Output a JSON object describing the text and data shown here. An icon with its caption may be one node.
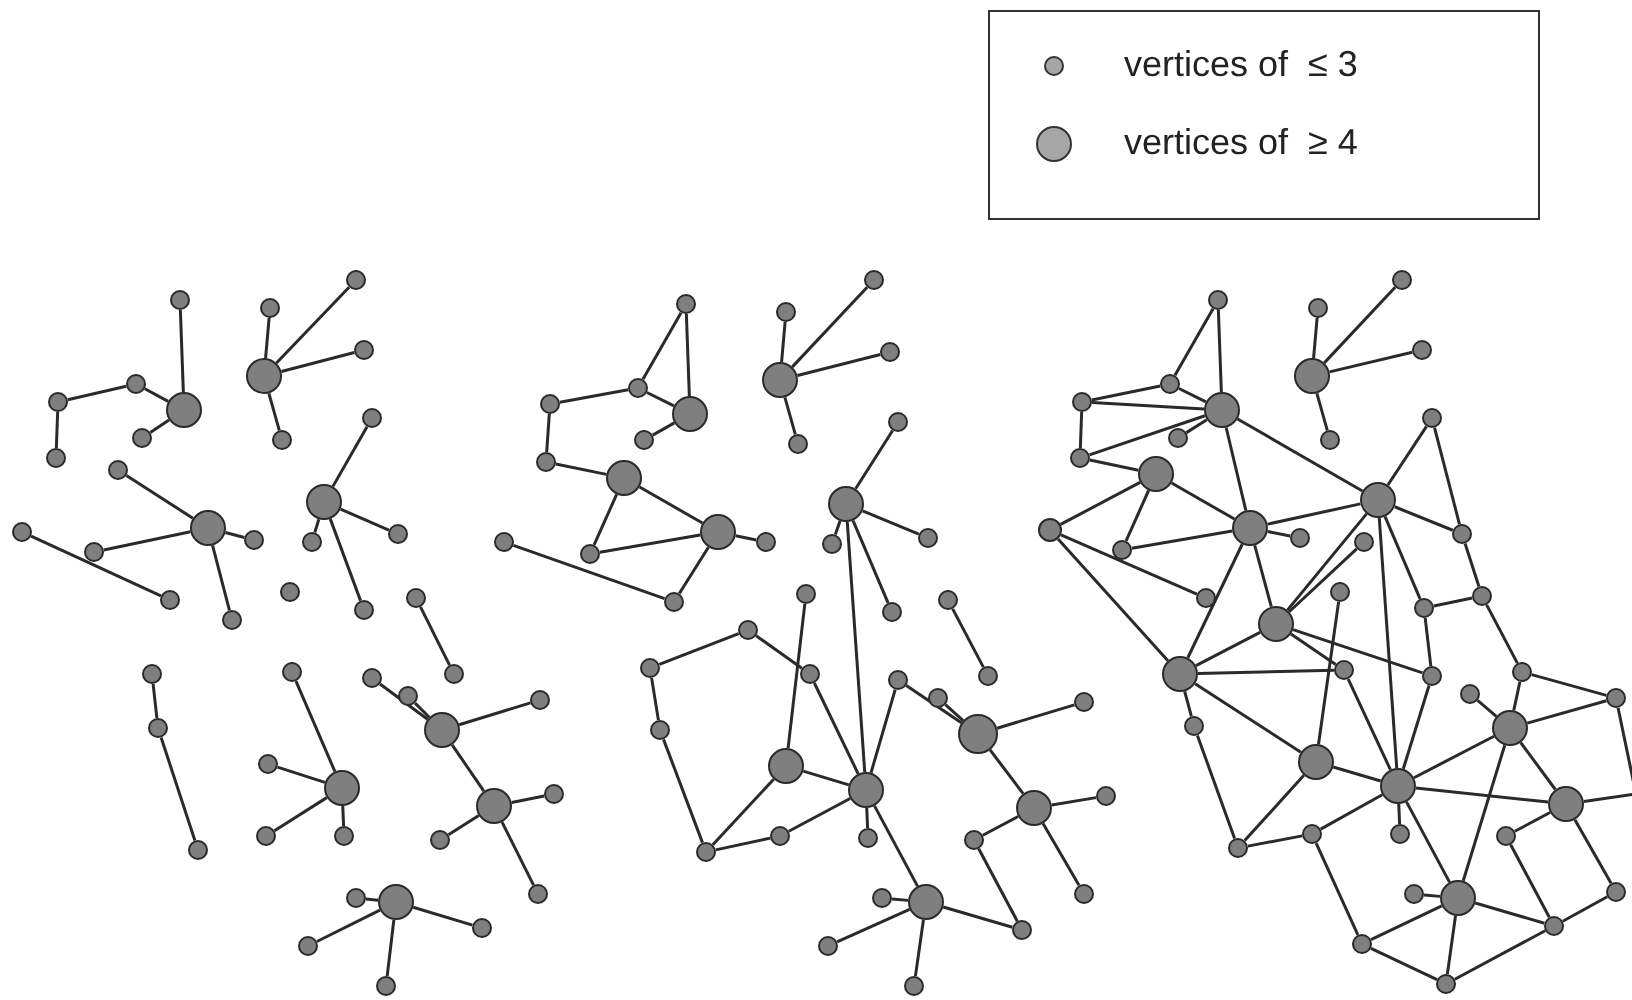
{
  "diagram": {
    "nodes": [
      {
        "text": [],
        "shape": "circle"
      },
      {
        "text": [],
        "shape": "circle"
      },
      {
        "text": [],
        "shape": "circle"
      },
      {
        "text": [],
        "shape": "circle"
      },
      {
        "text": [],
        "shape": "circle"
      },
      {
        "text": [],
        "shape": "circle"
      },
      {
        "text": [],
        "shape": "circle"
      },
      {
        "text": [],
        "shape": "circle"
      },
      {
        "text": [],
        "shape": "circle"
      },
      {
        "text": [],
        "shape": "circle"
      },
      {
        "text": [],
        "shape": "circle"
      },
      {
        "text": [],
        "shape": "circle"
      },
      {
        "text": [],
        "shape": "circle"
      },
      {
        "text": [],
        "shape": "circle"
      },
      {
        "text": [],
        "shape": "circle"
      },
      {
        "text": [],
        "shape": "circle"
      },
      {
        "text": [],
        "shape": "circle"
      },
      {
        "text": [],
        "shape": "circle"
      },
      {
        "text": [],
        "shape": "circle"
      },
      {
        "text": [],
        "shape": "circle"
      },
      {
        "text": [],
        "shape": "circle"
      },
      {
        "text": [],
        "shape": "circle"
      },
      {
        "text": [],
        "shape": "circle"
      },
      {
        "text": [],
        "shape": "circle"
      },
      {
        "text": [],
        "shape": "circle"
      },
      {
        "text": [],
        "shape": "circle"
      },
      {
        "text": [],
        "shape": "circle"
      },
      {
        "text": [],
        "shape": "circle"
      },
      {
        "text": [],
        "shape": "circle"
      },
      {
        "text": [],
        "shape": "circle"
      },
      {
        "text": [],
        "shape": "circle"
      },
      {
        "text": [],
        "shape": "circle"
      },
      {
        "text": [],
        "shape": "circle"
      },
      {
        "text": [],
        "shape": "circle"
      },
      {
        "text": [],
        "shape": "circle"
      },
      {
        "text": [],
        "shape": "circle"
      },
      {
        "text": [],
        "shape": "circle"
      },
      {
        "text": [],
        "shape": "circle"
      },
      {
        "text": [],
        "shape": "circle"
      },
      {
        "text": [],
        "shape": "circle"
      },
      {
        "text": [],
        "shape": "circle"
      },
      {
        "text": [],
        "shape": "circle"
      },
      {
        "text": [],
        "shape": "circle"
      },
      {
        "text": [],
        "shape": "circle"
      },
      {
        "text": [],
        "shape": "circle"
      },
      {
        "text": [],
        "shape": "circle"
      },
      {
        "text": [],
        "shape": "circle"
      },
      {
        "text": [],
        "shape": "circle"
      },
      {
        "text": [],
        "shape": "circle"
      },
      {
        "text": [],
        "shape": "circle"
      },
      {
        "text": [],
        "shape": "circle"
      },
      {
        "text": [],
        "shape": "circle"
      },
      {
        "text": [],
        "shape": "circle"
      },
      {
        "text": [],
        "shape": "circle"
      },
      {
        "text": [],
        "shape": "circle"
      },
      {
        "text": [],
        "shape": "circle"
      },
      {
        "text": [],
        "shape": "circle"
      },
      {
        "text": [],
        "shape": "circle"
      },
      {
        "text": [],
        "shape": "circle"
      },
      {
        "text": [],
        "shape": "circle"
      },
      {
        "text": [],
        "shape": "circle"
      },
      {
        "text": [],
        "shape": "circle"
      },
      {
        "text": [],
        "shape": "circle"
      },
      {
        "text": [],
        "shape": "circle"
      },
      {
        "text": [],
        "shape": "circle"
      },
      {
        "text": [],
        "shape": "circle"
      },
      {
        "text": [],
        "shape": "circle"
      },
      {
        "text": [],
        "shape": "circle"
      },
      {
        "text": [],
        "shape": "circle"
      },
      {
        "text": [],
        "shape": "circle"
      },
      {
        "text": [],
        "shape": "circle"
      },
      {
        "text": [],
        "shape": "circle"
      },
      {
        "text": [],
        "shape": "circle"
      },
      {
        "text": [],
        "shape": "circle"
      },
      {
        "text": [],
        "shape": "circle"
      },
      {
        "text": [],
        "shape": "circle"
      },
      {
        "text": [],
        "shape": "circle"
      },
      {
        "text": [],
        "shape": "circle"
      },
      {
        "text": [],
        "shape": "circle"
      },
      {
        "text": [],
        "shape": "circle"
      },
      {
        "text": [],
        "shape": "circle"
      },
      {
        "text": [],
        "shape": "circle"
      },
      {
        "text": [],
        "shape": "circle"
      },
      {
        "text": [],
        "shape": "circle"
      },
      {
        "text": [],
        "shape": "circle"
      },
      {
        "text": [],
        "shape": "circle"
      },
      {
        "text": [],
        "shape": "circle"
      },
      {
        "text": [],
        "shape": "circle"
      },
      {
        "text": [],
        "shape": "circle"
      },
      {
        "text": [],
        "shape": "circle"
      },
      {
        "text": [],
        "shape": "circle"
      },
      {
        "text": [],
        "shape": "circle"
      },
      {
        "text": [],
        "shape": "circle"
      },
      {
        "text": [],
        "shape": "circle"
      },
      {
        "text": [],
        "shape": "circle"
      },
      {
        "text": [],
        "shape": "circle"
      },
      {
        "text": [],
        "shape": "circle"
      },
      {
        "text": [],
        "shape": "circle"
      },
      {
        "text": [],
        "shape": "circle"
      },
      {
        "text": [],
        "shape": "circle"
      },
      {
        "text": [],
        "shape": "circle"
      },
      {
        "text": [],
        "shape": "circle"
      },
      {
        "text": [],
        "shape": "circle"
      },
      {
        "text": [],
        "shape": "circle"
      },
      {
        "text": [],
        "shape": "circle"
      },
      {
        "text": [],
        "shape": "circle"
      },
      {
        "text": [],
        "shape": "circle"
      },
      {
        "text": [],
        "shape": "circle"
      },
      {
        "text": [],
        "shape": "circle"
      },
      {
        "text": [],
        "shape": "circle"
      },
      {
        "text": [],
        "shape": "circle"
      },
      {
        "text": [],
        "shape": "circle"
      },
      {
        "text": [],
        "shape": "circle"
      },
      {
        "text": [],
        "shape": "circle"
      },
      {
        "text": [],
        "shape": "circle"
      },
      {
        "text": [],
        "shape": "circle"
      },
      {
        "text": [],
        "shape": "circle"
      },
      {
        "text": [],
        "shape": "circle"
      },
      {
        "text": [],
        "shape": "circle"
      },
      {
        "text": [],
        "shape": "circle"
      },
      {
        "text": [],
        "shape": "circle"
      },
      {
        "text": [],
        "shape": "circle"
      },
      {
        "text": [],
        "shape": "circle"
      },
      {
        "text": [],
        "shape": "circle"
      },
      {
        "text": [],
        "shape": "circle"
      },
      {
        "text": [],
        "shape": "circle"
      },
      {
        "text": [],
        "shape": "circle"
      },
      {
        "text": [],
        "shape": "circle"
      },
      {
        "text": [],
        "shape": "circle"
      },
      {
        "text": [],
        "shape": "circle"
      },
      {
        "text": [],
        "shape": "circle"
      },
      {
        "text": [],
        "shape": "circle"
      },
      {
        "text": [],
        "shape": "circle"
      },
      {
        "text": [],
        "shape": "circle"
      },
      {
        "text": [],
        "shape": "circle"
      },
      {
        "text": [],
        "shape": "circle"
      },
      {
        "text": [],
        "shape": "circle"
      },
      {
        "text": [],
        "shape": "circle"
      },
      {
        "text": [],
        "shape": "circle"
      },
      {
        "text": [],
        "shape": "circle"
      }
    ],
    "edges": [
      {
        "from": 0,
        "to": 1,
        "arrow": "none"
      },
      {
        "from": 2,
        "to": 1,
        "arrow": "none"
      },
      {
        "from": 2,
        "to": 3,
        "arrow": "none"
      },
      {
        "from": 3,
        "to": 4,
        "arrow": "none"
      },
      {
        "from": 5,
        "to": 1,
        "arrow": "none"
      },
      {
        "from": 6,
        "to": 7,
        "arrow": "none"
      },
      {
        "from": 6,
        "to": 8,
        "arrow": "none"
      },
      {
        "from": 6,
        "to": 9,
        "arrow": "none"
      },
      {
        "from": 6,
        "to": 10,
        "arrow": "none"
      },
      {
        "from": 11,
        "to": 12,
        "arrow": "none"
      },
      {
        "from": 11,
        "to": 13,
        "arrow": "none"
      },
      {
        "from": 11,
        "to": 14,
        "arrow": "none"
      },
      {
        "from": 11,
        "to": 15,
        "arrow": "none"
      },
      {
        "from": 16,
        "to": 17,
        "arrow": "none"
      },
      {
        "from": 18,
        "to": 19,
        "arrow": "none"
      },
      {
        "from": 18,
        "to": 20,
        "arrow": "none"
      },
      {
        "from": 18,
        "to": 21,
        "arrow": "none"
      },
      {
        "from": 18,
        "to": 22,
        "arrow": "none"
      },
      {
        "from": 24,
        "to": 25,
        "arrow": "none"
      },
      {
        "from": 26,
        "to": 27,
        "arrow": "none"
      },
      {
        "from": 27,
        "to": 28,
        "arrow": "none"
      },
      {
        "from": 29,
        "to": 30,
        "arrow": "none"
      },
      {
        "from": 30,
        "to": 31,
        "arrow": "none"
      },
      {
        "from": 30,
        "to": 32,
        "arrow": "none"
      },
      {
        "from": 30,
        "to": 33,
        "arrow": "none"
      },
      {
        "from": 34,
        "to": 35,
        "arrow": "none"
      },
      {
        "from": 34,
        "to": 36,
        "arrow": "none"
      },
      {
        "from": 34,
        "to": 37,
        "arrow": "none"
      },
      {
        "from": 34,
        "to": 38,
        "arrow": "none"
      },
      {
        "from": 38,
        "to": 39,
        "arrow": "none"
      },
      {
        "from": 38,
        "to": 40,
        "arrow": "none"
      },
      {
        "from": 38,
        "to": 41,
        "arrow": "none"
      },
      {
        "from": 42,
        "to": 43,
        "arrow": "none"
      },
      {
        "from": 42,
        "to": 44,
        "arrow": "none"
      },
      {
        "from": 42,
        "to": 45,
        "arrow": "none"
      },
      {
        "from": 42,
        "to": 46,
        "arrow": "none"
      },
      {
        "from": 47,
        "to": 48,
        "arrow": "none"
      },
      {
        "from": 47,
        "to": 49,
        "arrow": "none"
      },
      {
        "from": 48,
        "to": 49,
        "arrow": "none"
      },
      {
        "from": 48,
        "to": 50,
        "arrow": "none"
      },
      {
        "from": 50,
        "to": 51,
        "arrow": "none"
      },
      {
        "from": 51,
        "to": 53,
        "arrow": "none"
      },
      {
        "from": 52,
        "to": 49,
        "arrow": "none"
      },
      {
        "from": 53,
        "to": 54,
        "arrow": "none"
      },
      {
        "from": 53,
        "to": 55,
        "arrow": "none"
      },
      {
        "from": 55,
        "to": 54,
        "arrow": "none"
      },
      {
        "from": 54,
        "to": 57,
        "arrow": "none"
      },
      {
        "from": 56,
        "to": 57,
        "arrow": "none"
      },
      {
        "from": 54,
        "to": 58,
        "arrow": "none"
      },
      {
        "from": 59,
        "to": 60,
        "arrow": "none"
      },
      {
        "from": 59,
        "to": 61,
        "arrow": "none"
      },
      {
        "from": 59,
        "to": 62,
        "arrow": "none"
      },
      {
        "from": 59,
        "to": 63,
        "arrow": "none"
      },
      {
        "from": 64,
        "to": 65,
        "arrow": "none"
      },
      {
        "from": 64,
        "to": 66,
        "arrow": "none"
      },
      {
        "from": 64,
        "to": 67,
        "arrow": "none"
      },
      {
        "from": 64,
        "to": 68,
        "arrow": "none"
      },
      {
        "from": 64,
        "to": 77,
        "arrow": "none"
      },
      {
        "from": 69,
        "to": 76,
        "arrow": "none"
      },
      {
        "from": 70,
        "to": 71,
        "arrow": "none"
      },
      {
        "from": 72,
        "to": 73,
        "arrow": "none"
      },
      {
        "from": 73,
        "to": 74,
        "arrow": "none"
      },
      {
        "from": 74,
        "to": 78,
        "arrow": "none"
      },
      {
        "from": 72,
        "to": 75,
        "arrow": "none"
      },
      {
        "from": 75,
        "to": 77,
        "arrow": "none"
      },
      {
        "from": 78,
        "to": 76,
        "arrow": "none"
      },
      {
        "from": 78,
        "to": 79,
        "arrow": "none"
      },
      {
        "from": 79,
        "to": 77,
        "arrow": "none"
      },
      {
        "from": 76,
        "to": 77,
        "arrow": "none"
      },
      {
        "from": 77,
        "to": 80,
        "arrow": "none"
      },
      {
        "from": 77,
        "to": 81,
        "arrow": "none"
      },
      {
        "from": 77,
        "to": 90,
        "arrow": "none"
      },
      {
        "from": 90,
        "to": 91,
        "arrow": "none"
      },
      {
        "from": 90,
        "to": 92,
        "arrow": "none"
      },
      {
        "from": 90,
        "to": 93,
        "arrow": "none"
      },
      {
        "from": 90,
        "to": 89,
        "arrow": "none"
      },
      {
        "from": 89,
        "to": 86,
        "arrow": "none"
      },
      {
        "from": 86,
        "to": 85,
        "arrow": "none"
      },
      {
        "from": 82,
        "to": 83,
        "arrow": "none"
      },
      {
        "from": 81,
        "to": 83,
        "arrow": "none"
      },
      {
        "from": 83,
        "to": 84,
        "arrow": "none"
      },
      {
        "from": 83,
        "to": 85,
        "arrow": "none"
      },
      {
        "from": 85,
        "to": 87,
        "arrow": "none"
      },
      {
        "from": 85,
        "to": 88,
        "arrow": "none"
      },
      {
        "from": 94,
        "to": 95,
        "arrow": "none"
      },
      {
        "from": 94,
        "to": 98,
        "arrow": "none"
      },
      {
        "from": 95,
        "to": 96,
        "arrow": "none"
      },
      {
        "from": 95,
        "to": 98,
        "arrow": "none"
      },
      {
        "from": 96,
        "to": 98,
        "arrow": "none"
      },
      {
        "from": 96,
        "to": 97,
        "arrow": "none"
      },
      {
        "from": 97,
        "to": 98,
        "arrow": "none"
      },
      {
        "from": 97,
        "to": 100,
        "arrow": "none"
      },
      {
        "from": 99,
        "to": 98,
        "arrow": "none"
      },
      {
        "from": 98,
        "to": 103,
        "arrow": "none"
      },
      {
        "from": 98,
        "to": 111,
        "arrow": "none"
      },
      {
        "from": 100,
        "to": 101,
        "arrow": "none"
      },
      {
        "from": 100,
        "to": 102,
        "arrow": "none"
      },
      {
        "from": 100,
        "to": 103,
        "arrow": "none"
      },
      {
        "from": 102,
        "to": 103,
        "arrow": "none"
      },
      {
        "from": 103,
        "to": 111,
        "arrow": "none"
      },
      {
        "from": 103,
        "to": 104,
        "arrow": "none"
      },
      {
        "from": 103,
        "to": 118,
        "arrow": "none"
      },
      {
        "from": 103,
        "to": 119,
        "arrow": "none"
      },
      {
        "from": 101,
        "to": 105,
        "arrow": "none"
      },
      {
        "from": 101,
        "to": 119,
        "arrow": "none"
      },
      {
        "from": 106,
        "to": 107,
        "arrow": "none"
      },
      {
        "from": 106,
        "to": 108,
        "arrow": "none"
      },
      {
        "from": 106,
        "to": 109,
        "arrow": "none"
      },
      {
        "from": 106,
        "to": 110,
        "arrow": "none"
      },
      {
        "from": 111,
        "to": 112,
        "arrow": "none"
      },
      {
        "from": 112,
        "to": 113,
        "arrow": "none"
      },
      {
        "from": 111,
        "to": 113,
        "arrow": "none"
      },
      {
        "from": 111,
        "to": 118,
        "arrow": "none"
      },
      {
        "from": 114,
        "to": 118,
        "arrow": "none"
      },
      {
        "from": 111,
        "to": 128,
        "arrow": "none"
      },
      {
        "from": 111,
        "to": 116,
        "arrow": "none"
      },
      {
        "from": 116,
        "to": 117,
        "arrow": "none"
      },
      {
        "from": 113,
        "to": 117,
        "arrow": "none"
      },
      {
        "from": 117,
        "to": 123,
        "arrow": "none"
      },
      {
        "from": 115,
        "to": 127,
        "arrow": "none"
      },
      {
        "from": 116,
        "to": 122,
        "arrow": "none"
      },
      {
        "from": 119,
        "to": 118,
        "arrow": "none"
      },
      {
        "from": 119,
        "to": 121,
        "arrow": "none"
      },
      {
        "from": 119,
        "to": 120,
        "arrow": "none"
      },
      {
        "from": 120,
        "to": 129,
        "arrow": "none"
      },
      {
        "from": 119,
        "to": 127,
        "arrow": "none"
      },
      {
        "from": 118,
        "to": 121,
        "arrow": "none"
      },
      {
        "from": 118,
        "to": 122,
        "arrow": "none"
      },
      {
        "from": 121,
        "to": 128,
        "arrow": "none"
      },
      {
        "from": 127,
        "to": 128,
        "arrow": "none"
      },
      {
        "from": 127,
        "to": 129,
        "arrow": "none"
      },
      {
        "from": 129,
        "to": 130,
        "arrow": "none"
      },
      {
        "from": 130,
        "to": 128,
        "arrow": "none"
      },
      {
        "from": 130,
        "to": 138,
        "arrow": "none"
      },
      {
        "from": 128,
        "to": 131,
        "arrow": "none"
      },
      {
        "from": 128,
        "to": 122,
        "arrow": "none"
      },
      {
        "from": 128,
        "to": 126,
        "arrow": "none"
      },
      {
        "from": 128,
        "to": 132,
        "arrow": "none"
      },
      {
        "from": 128,
        "to": 136,
        "arrow": "none"
      },
      {
        "from": 126,
        "to": 125,
        "arrow": "none"
      },
      {
        "from": 126,
        "to": 123,
        "arrow": "none"
      },
      {
        "from": 126,
        "to": 124,
        "arrow": "none"
      },
      {
        "from": 126,
        "to": 132,
        "arrow": "none"
      },
      {
        "from": 126,
        "to": 136,
        "arrow": "none"
      },
      {
        "from": 123,
        "to": 124,
        "arrow": "none"
      },
      {
        "from": 132,
        "to": 133,
        "arrow": "none"
      },
      {
        "from": 132,
        "to": 134,
        "arrow": "none"
      },
      {
        "from": 133,
        "to": 135,
        "arrow": "none"
      },
      {
        "from": 134,
        "to": 135,
        "arrow": "none"
      },
      {
        "from": 136,
        "to": 137,
        "arrow": "none"
      },
      {
        "from": 136,
        "to": 138,
        "arrow": "none"
      },
      {
        "from": 136,
        "to": 135,
        "arrow": "none"
      },
      {
        "from": 136,
        "to": 139,
        "arrow": "none"
      },
      {
        "from": 138,
        "to": 139,
        "arrow": "none"
      },
      {
        "from": 139,
        "to": 135,
        "arrow": "none"
      },
      {
        "from": 124,
        "to": null,
        "arrow": "none"
      },
      {
        "from": 132,
        "to": null,
        "arrow": "none"
      }
    ],
    "legend": [
      {
        "text": "vertices of  ≤ 3"
      },
      {
        "text": "vertices of  ≥ 4"
      }
    ]
  }
}
